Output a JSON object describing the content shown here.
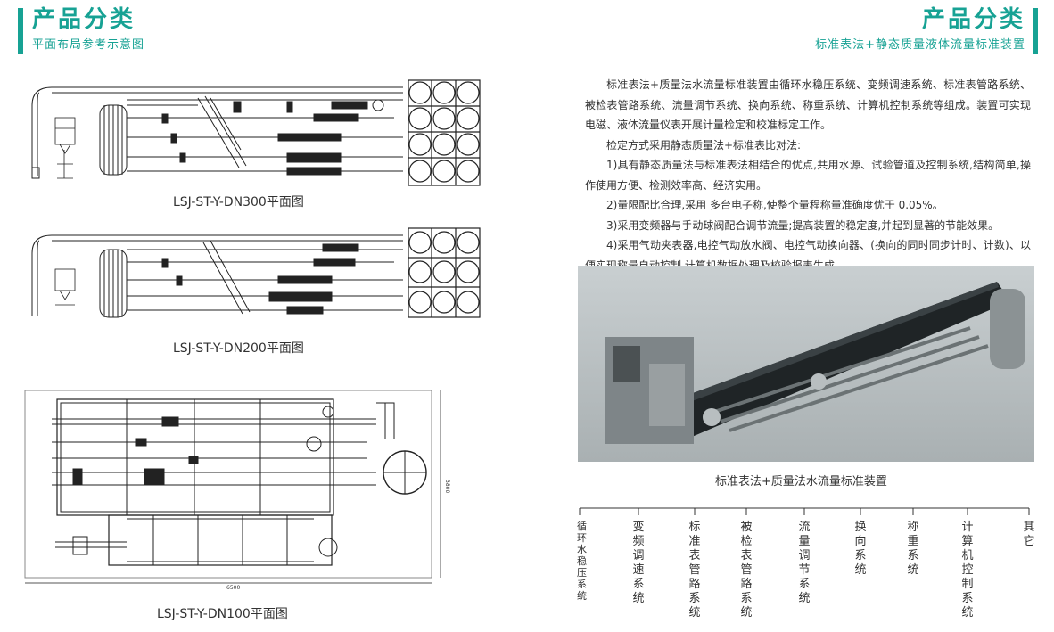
{
  "left_header": {
    "title": "产品分类",
    "subtitle": "平面布局参考示意图"
  },
  "right_header": {
    "title": "产品分类",
    "subtitle": "标准表法+静态质量液体流量标准装置"
  },
  "drawings": [
    {
      "caption": "LSJ-ST-Y-DN300平面图"
    },
    {
      "caption": "LSJ-ST-Y-DN200平面图"
    },
    {
      "caption": "LSJ-ST-Y-DN100平面图",
      "dimension_width": "6500",
      "dimension_height": "3800"
    }
  ],
  "description": {
    "intro": "标准表法+质量法水流量标准装置由循环水稳压系统、变频调速系统、标准表管路系统、被检表管路系统、流量调节系统、换向系统、称重系统、计算机控制系统等组成。装置可实现电磁、液体流量仪表开展计量检定和校准标定工作。",
    "method": "检定方式采用静态质量法+标准表比对法:",
    "points": [
      "1)具有静态质量法与标准表法相结合的优点,共用水源、试验管道及控制系统,结构简单,操作使用方便、检测效率高、经济实用。",
      "2)量限配比合理,采用 多台电子称,使整个量程称量准确度优于 0.05%。",
      "3)采用变频器与手动球阀配合调节流量;提高装置的稳定度,并起到显著的节能效果。",
      "4)采用气动夹表器,电控气动放水阀、电控气动换向器、(换向的同时同步计时、计数)、以便实现称量自动控制,计算机数据处理及校验报表生成。"
    ]
  },
  "photo": {
    "caption": "标准表法+质量法水流量标准装置"
  },
  "system_tree": {
    "items": [
      "循环水稳压系统",
      "变频调速系统",
      "标准表管路系统",
      "被检表管路系统",
      "流量调节系统",
      "换向系统",
      "称重系统",
      "计算机控制系统",
      "其它"
    ]
  },
  "colors": {
    "accent": "#17a294"
  }
}
